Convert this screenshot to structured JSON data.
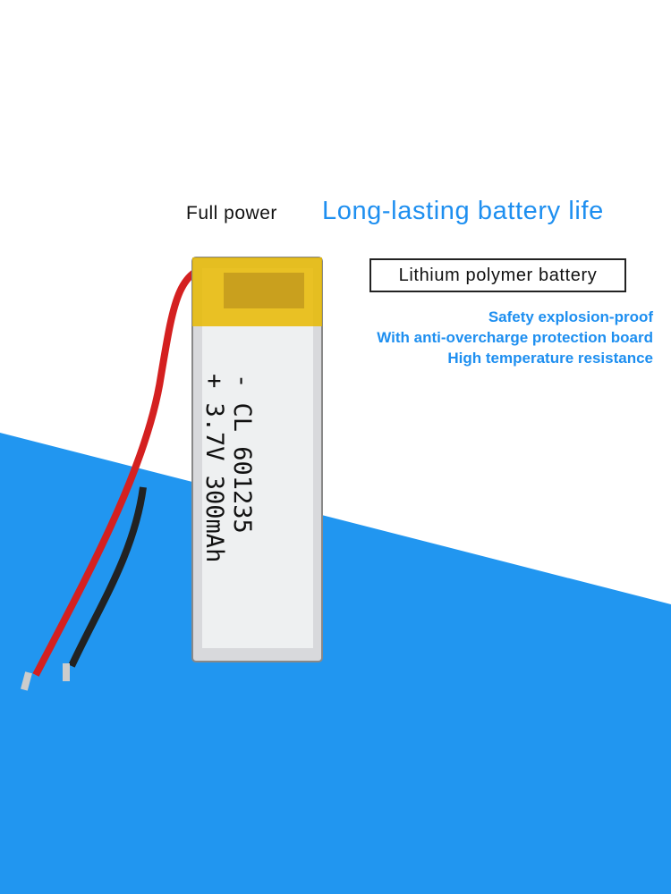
{
  "headline": {
    "left": "Full power",
    "right": "Long-lasting battery life"
  },
  "badge": "Lithium polymer battery",
  "features": [
    "Safety explosion-proof",
    "With anti-overcharge protection board",
    "High temperature resistance"
  ],
  "battery_label": {
    "line1": "- CL 601235",
    "line2": "+ 3.7V 300mAh"
  },
  "colors": {
    "accent": "#1e8ff0",
    "blue_bg": "#2196f0",
    "red_wire": "#d42020",
    "black_wire": "#222222",
    "tape": "#e8b800"
  }
}
